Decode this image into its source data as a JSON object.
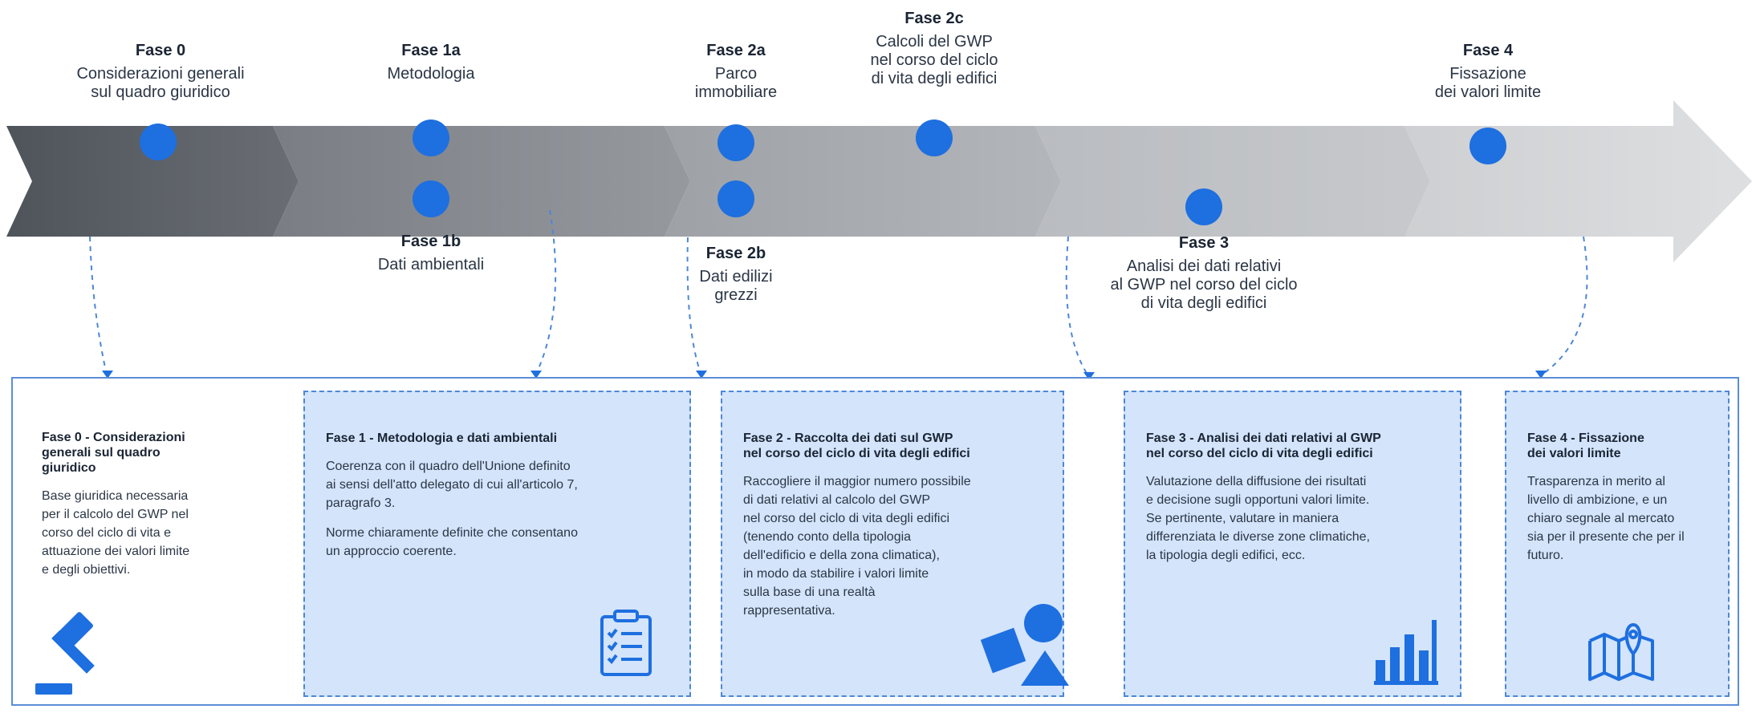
{
  "colors": {
    "accent": "#1e6fe0",
    "arrow_dark": "#5a5f66",
    "arrow_mid": "#8d9197",
    "arrow_light": "#d3d5d8",
    "card_fill": "#d3e4fb",
    "card_border": "#4d87d6"
  },
  "phases": {
    "f0": {
      "title": "Fase 0",
      "desc": "Considerazioni generali\nsul quadro giuridico"
    },
    "f1a": {
      "title": "Fase 1a",
      "desc": "Metodologia"
    },
    "f1b": {
      "title": "Fase 1b",
      "desc": "Dati ambientali"
    },
    "f2a": {
      "title": "Fase 2a",
      "desc": "Parco\nimmobiliare"
    },
    "f2b": {
      "title": "Fase 2b",
      "desc": "Dati edilizi\ngrezzi"
    },
    "f2c": {
      "title": "Fase 2c",
      "desc": "Calcoli del GWP\nnel corso del ciclo\ndi vita degli edifici"
    },
    "f3": {
      "title": "Fase 3",
      "desc": "Analisi dei dati relativi\nal GWP nel corso del ciclo\ndi vita degli edifici"
    },
    "f4": {
      "title": "Fase 4",
      "desc": "Fissazione\ndei valori limite"
    }
  },
  "cards": [
    {
      "title": "Fase 0 - Considerazioni\ngenerali sul quadro\ngiuridico",
      "body": "Base giuridica necessaria\nper il calcolo del GWP nel\ncorso del ciclo di vita e\nattuazione dei valori limite\ne degli obiettivi.",
      "icon": "gavel-icon"
    },
    {
      "title": "Fase 1 - Metodologia e dati ambientali",
      "body": "Coerenza con il quadro dell'Unione definito\nai sensi dell'atto delegato di cui all'articolo 7,\nparagrafo 3.",
      "body2": "Norme chiaramente definite che consentano\nun approccio coerente.",
      "icon": "clipboard-checklist-icon"
    },
    {
      "title": "Fase 2 - Raccolta dei dati sul GWP\nnel corso del ciclo di vita degli edifici",
      "body": "Raccogliere il maggior numero possibile\ndi dati relativi al calcolo del GWP\nnel corso del ciclo di vita degli edifici\n(tenendo conto della tipologia\ndell'edificio e della zona climatica),\nin modo da stabilire i valori limite\nsulla base di una realtà\nrappresentativa.",
      "icon": "shapes-icon"
    },
    {
      "title": "Fase 3 - Analisi dei dati relativi al GWP\nnel corso del ciclo di vita degli edifici",
      "body": "Valutazione della diffusione dei risultati\ne decisione sugli opportuni valori limite.\nSe pertinente, valutare in maniera\ndifferenziata le diverse zone climatiche,\nla tipologia degli edifici, ecc.",
      "icon": "bar-chart-icon"
    },
    {
      "title": "Fase 4 - Fissazione\ndei valori limite",
      "body": "Trasparenza in merito al\nlivello di ambizione, e un\nchiaro segnale al mercato\nsia per il presente che per il\nfuturo.",
      "icon": "map-pin-icon"
    }
  ]
}
